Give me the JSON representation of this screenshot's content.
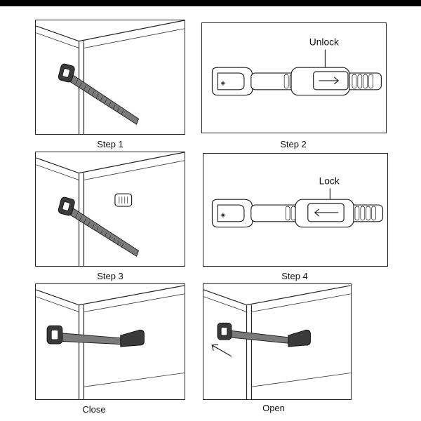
{
  "steps": {
    "step1": "Step 1",
    "step2": "Step 2",
    "step3": "Step 3",
    "step4": "Step 4",
    "close": "Close",
    "open": "Open"
  },
  "labels": {
    "unlock": "Unlock",
    "lock": "Lock"
  }
}
